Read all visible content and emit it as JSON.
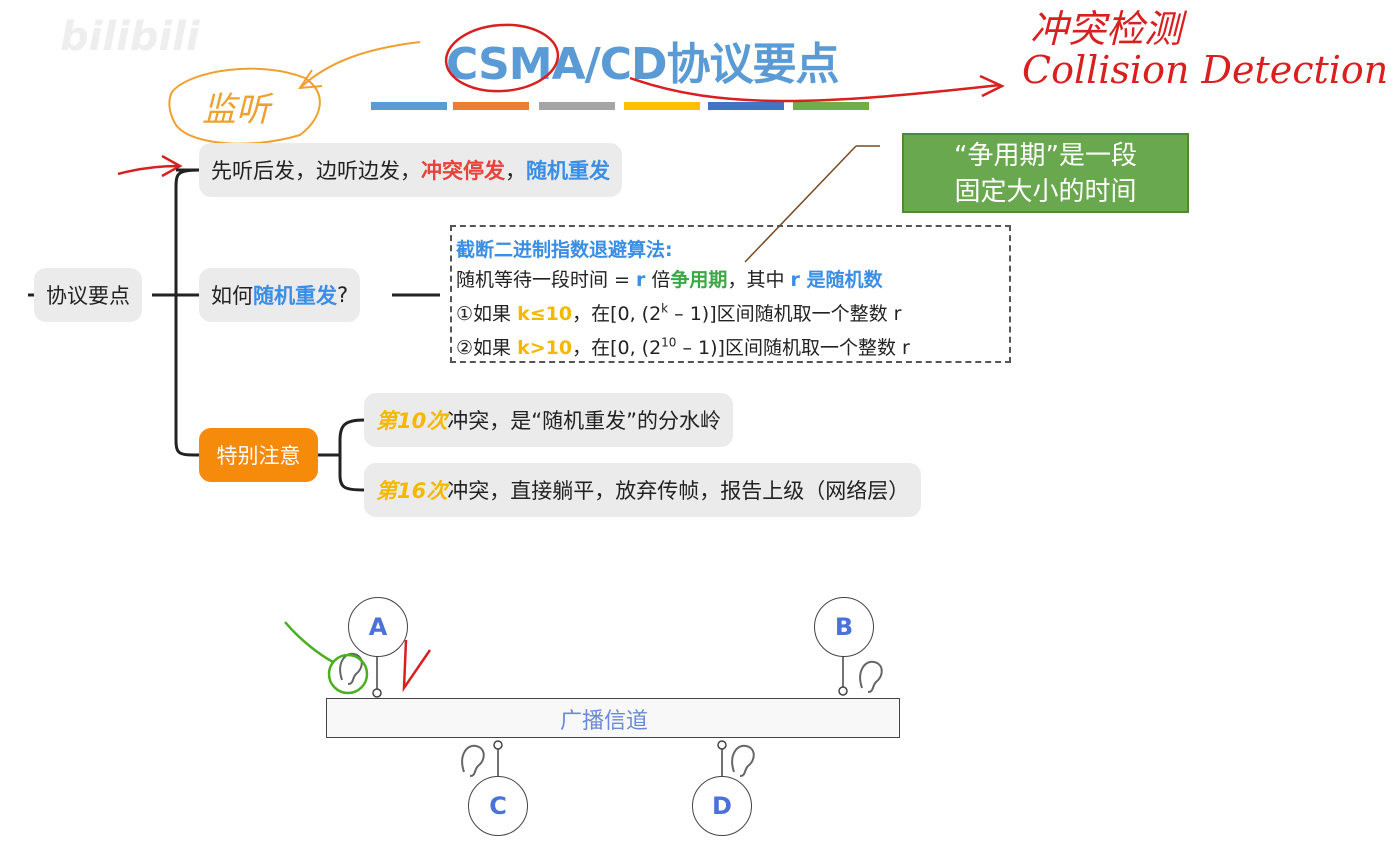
{
  "watermark": "bilibili",
  "title": "CSMA/CD协议要点",
  "title_bar_colors": [
    "#5b9bd5",
    "#ed7d31",
    "#a5a5a5",
    "#ffc000",
    "#4472c4",
    "#70ad47"
  ],
  "annotations": {
    "listen": "监听",
    "collision_cn": "冲突检测",
    "collision_en": "Collision Detection"
  },
  "root_node": "协议要点",
  "node1": {
    "p1": "先听后发，边听边发，",
    "p2": "冲突停发",
    "p3": "，",
    "p4": "随机重发"
  },
  "node2": {
    "p1": "如何",
    "p2": "随机重发",
    "p3": "?"
  },
  "node3": "特别注意",
  "backoff": {
    "heading": "截断二进制指数退避算法:",
    "l1a": "随机等待一段时间 = ",
    "l1r": "r",
    "l1b": " 倍",
    "l1c": "争用期",
    "l1d": "，其中 ",
    "l1e": "r 是随机数",
    "l2a": "①如果 ",
    "l2b": "k≤10",
    "l2c": "，在[0, (2",
    "l2sup": "k",
    "l2d": " – 1)]区间随机取一个整数 r",
    "l3a": "②如果 ",
    "l3b": "k>10",
    "l3c": "，在[0, (2",
    "l3sup": "10",
    "l3d": " – 1)]区间随机取一个整数 r"
  },
  "note": {
    "line1": "“争用期”是一段",
    "line2": "固定大小的时间"
  },
  "special": {
    "s1a": "第10次",
    "s1b": "冲突，是“随机重发”的分水岭",
    "s2a": "第16次",
    "s2b": "冲突，直接躺平，放弃传帧，报告上级（网络层）"
  },
  "stations": [
    "A",
    "B",
    "C",
    "D"
  ],
  "channel_label": "广播信道"
}
